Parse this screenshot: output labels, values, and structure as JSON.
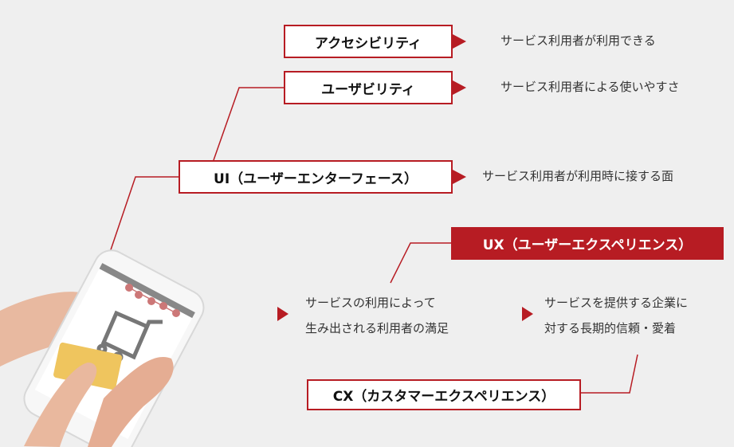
{
  "nodes": {
    "accessibility": {
      "label": "アクセシビリティ",
      "desc": "サービス利用者が利用できる"
    },
    "usability": {
      "label": "ユーザビリティ",
      "desc": "サービス利用者による使いやすさ"
    },
    "ui": {
      "label": "UI（ユーザーエンターフェース）",
      "desc": "サービス利用者が利用時に接する面"
    },
    "ux": {
      "label": "UX（ユーザーエクスペリエンス）",
      "desc_lines": [
        "サービスの利用によって",
        "生み出される利用者の満足"
      ]
    },
    "cx": {
      "label": "CX（カスタマーエクスペリエンス）",
      "desc_lines": [
        "サービスを提供する企業に",
        "対する長期的信頼・愛着"
      ]
    }
  },
  "colors": {
    "accent": "#b71c23",
    "background": "#efefef"
  }
}
